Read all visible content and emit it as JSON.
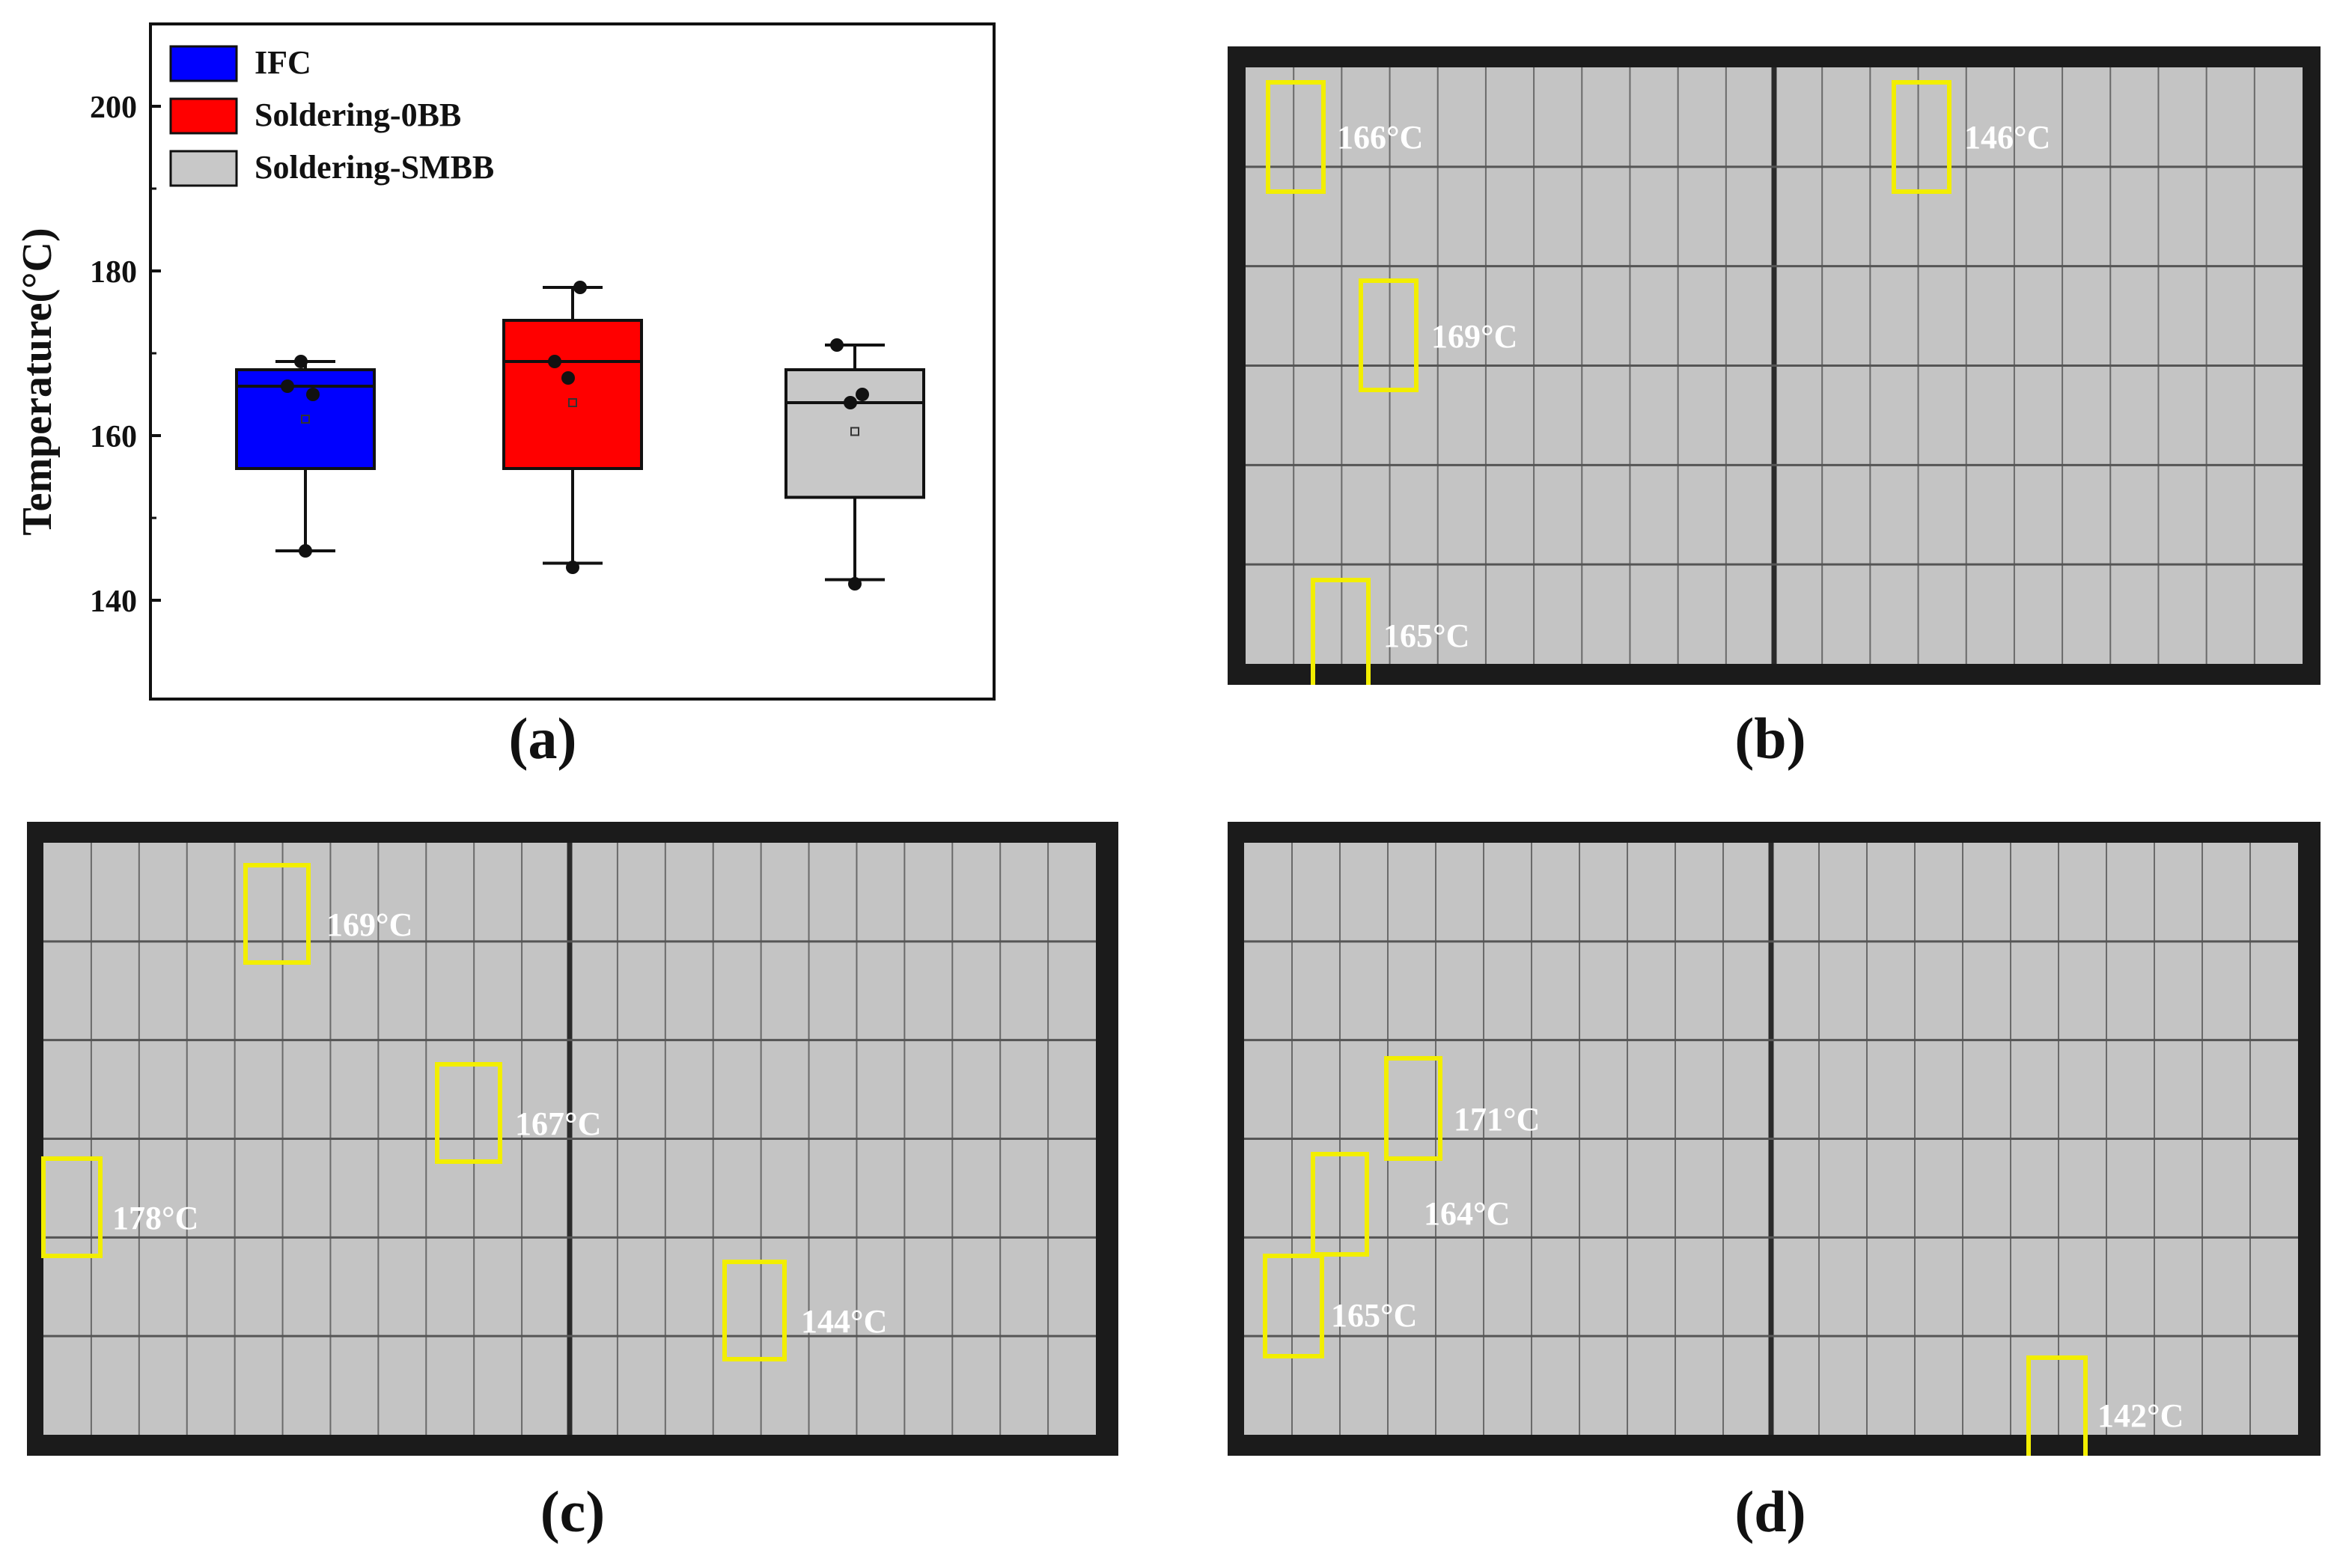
{
  "panels": {
    "a": "(a)",
    "b": "(b)",
    "c": "(c)",
    "d": "(d)"
  },
  "chart_data": {
    "type": "box",
    "title": "",
    "xlabel": "",
    "ylabel": "Temperature(°C)",
    "ylim": [
      128,
      210
    ],
    "yticks": [
      140,
      160,
      180,
      200
    ],
    "grid": false,
    "legend_position": "top-left",
    "series": [
      {
        "name": "IFC",
        "color": "#0000ff",
        "min": 146,
        "q1": 156,
        "median": 166,
        "q3": 168,
        "max": 169,
        "mean": 162,
        "points": [
          166,
          169,
          165,
          146
        ]
      },
      {
        "name": "Soldering-0BB",
        "color": "#ff0000",
        "min": 144.5,
        "q1": 156,
        "median": 169,
        "q3": 174,
        "max": 178,
        "mean": 164,
        "points": [
          169,
          167,
          178,
          144
        ]
      },
      {
        "name": "Soldering-SMBB",
        "color": "#c8c8c8",
        "min": 142.5,
        "q1": 152.5,
        "median": 164,
        "q3": 168,
        "max": 171,
        "mean": 160.5,
        "points": [
          171,
          164,
          165,
          142
        ]
      }
    ]
  },
  "thermal_images": [
    {
      "id": "b",
      "labels": [
        "166°C",
        "146°C",
        "169°C",
        "165°C"
      ]
    },
    {
      "id": "c",
      "labels": [
        "169°C",
        "167°C",
        "178°C",
        "144°C"
      ]
    },
    {
      "id": "d",
      "labels": [
        "171°C",
        "164°C",
        "165°C",
        "142°C"
      ]
    }
  ],
  "colors": {
    "highlight_box": "#f2ee00",
    "module_frame": "#1b1b1b",
    "cell_fill": "#c4c4c4",
    "cell_line": "#6a6a6a"
  }
}
